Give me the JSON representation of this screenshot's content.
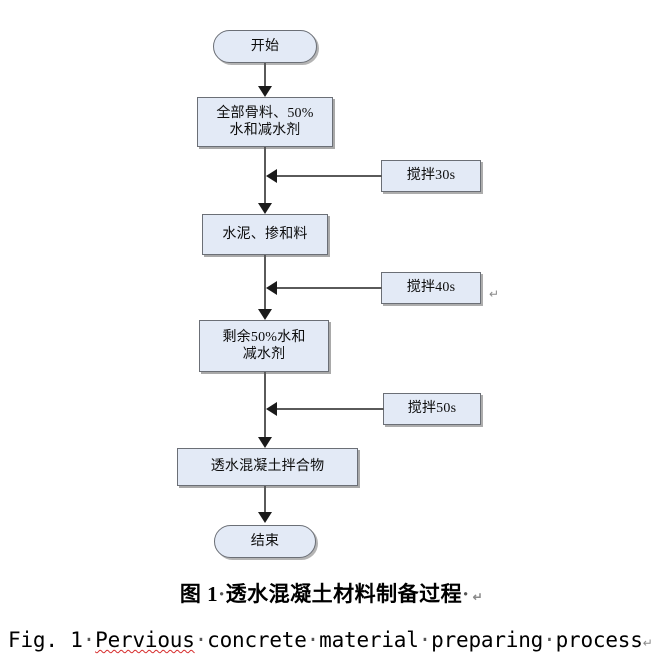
{
  "figure": {
    "type": "flowchart",
    "orientation": "top-to-bottom",
    "caption_cn_prefix": "图 1",
    "caption_cn_text": "透水混凝土材料制备过程",
    "caption_en": "Fig. 1 Pervious concrete material preparing process",
    "caption_en_parts": {
      "fig_label": "Fig. 1",
      "word1": "Pervious",
      "word2": "concrete",
      "word3": "material",
      "word4": "preparing",
      "word5": "process"
    },
    "separator_dot": "·",
    "pilcrow_mark": "↵"
  },
  "colors": {
    "node_fill": "#e3eaf6",
    "node_border": "#6b6f76",
    "shadow": "#a9a9a9",
    "connector": "#5a5a5a",
    "arrowhead": "#1a1a1a",
    "spellcheck_underline": "#d62b2b",
    "background": "#ffffff"
  },
  "nodes": {
    "start": {
      "label": "开始",
      "shape": "terminator"
    },
    "step1": {
      "label_line1": "全部骨料、50%",
      "label_line2": "水和减水剂",
      "shape": "process"
    },
    "step2": {
      "label": "水泥、掺和料",
      "shape": "process"
    },
    "step3": {
      "label_line1": "剩余50%水和",
      "label_line2": "减水剂",
      "shape": "process"
    },
    "step4": {
      "label": "透水混凝土拌合物",
      "shape": "process"
    },
    "end": {
      "label": "结束",
      "shape": "terminator"
    }
  },
  "notes": [
    {
      "label": "搅拌30s",
      "attaches_between": "step1-step2"
    },
    {
      "label": "搅拌40s",
      "attaches_between": "step2-step3"
    },
    {
      "label": "搅拌50s",
      "attaches_between": "step3-step4"
    }
  ],
  "flow_sequence": [
    "开始",
    "全部骨料、50%水和减水剂",
    "搅拌30s",
    "水泥、掺和料",
    "搅拌40s",
    "剩余50%水和减水剂",
    "搅拌50s",
    "透水混凝土拌合物",
    "结束"
  ]
}
